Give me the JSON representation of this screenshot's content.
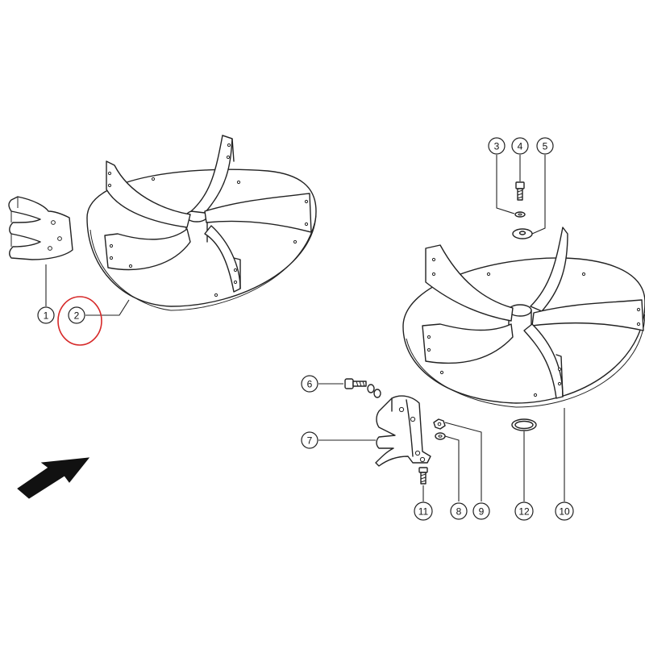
{
  "callouts": {
    "c1": "1",
    "c2": "2",
    "c3": "3",
    "c4": "4",
    "c5": "5",
    "c6": "6",
    "c7": "7",
    "c8": "8",
    "c9": "9",
    "c10": "10",
    "c11": "11",
    "c12": "12"
  },
  "colors": {
    "line": "#222222",
    "highlight": "#d62828",
    "background": "#ffffff"
  },
  "highlighted_callout": "2",
  "icons": {
    "direction": "arrow-icon"
  }
}
